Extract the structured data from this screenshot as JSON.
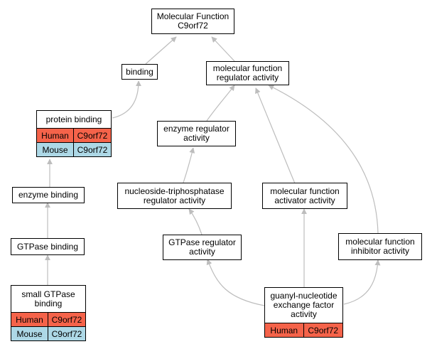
{
  "colors": {
    "human": "#f5634a",
    "mouse": "#add8e6",
    "edge": "#bdbdbd"
  },
  "nodes": {
    "mf_root": {
      "label": "Molecular Function\nC9orf72"
    },
    "binding": {
      "label": "binding"
    },
    "mf_regulator": {
      "label": "molecular function\nregulator activity"
    },
    "protein_binding": {
      "label": "protein binding",
      "rows": [
        {
          "species": "Human",
          "gene": "C9orf72"
        },
        {
          "species": "Mouse",
          "gene": "C9orf72"
        }
      ]
    },
    "enzyme_regulator": {
      "label": "enzyme regulator\nactivity"
    },
    "enzyme_binding": {
      "label": "enzyme binding"
    },
    "ntpase_regulator": {
      "label": "nucleoside-triphosphatase\nregulator activity"
    },
    "mf_activator": {
      "label": "molecular function\nactivator activity"
    },
    "gtpase_binding": {
      "label": "GTPase binding"
    },
    "gtpase_regulator": {
      "label": "GTPase regulator\nactivity"
    },
    "mf_inhibitor": {
      "label": "molecular function\ninhibitor activity"
    },
    "small_gtpase_binding": {
      "label": "small GTPase\nbinding",
      "rows": [
        {
          "species": "Human",
          "gene": "C9orf72"
        },
        {
          "species": "Mouse",
          "gene": "C9orf72"
        }
      ]
    },
    "gnef": {
      "label": "guanyl-nucleotide\nexchange factor\nactivity",
      "rows": [
        {
          "species": "Human",
          "gene": "C9orf72"
        }
      ]
    }
  }
}
